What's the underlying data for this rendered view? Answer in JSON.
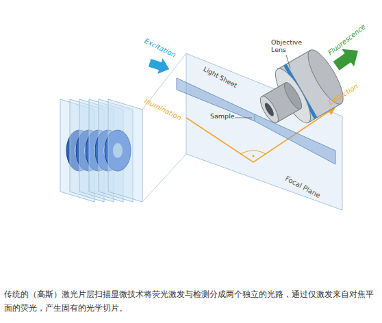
{
  "diagram": {
    "caption": "传统的（高斯）激光片层扫描显微技术将荧光激发与检测分成两个独立的光路，通过仅激发来自对焦平面的荧光，产生固有的光学切片。",
    "nodes": [
      {
        "text": [
          "Focal Plane"
        ]
      }
    ],
    "labels": [
      "Excitation",
      "Illumination",
      "Light Sheet",
      "Sample",
      "Objective Lens",
      "Fluorescence",
      "Detection"
    ]
  }
}
